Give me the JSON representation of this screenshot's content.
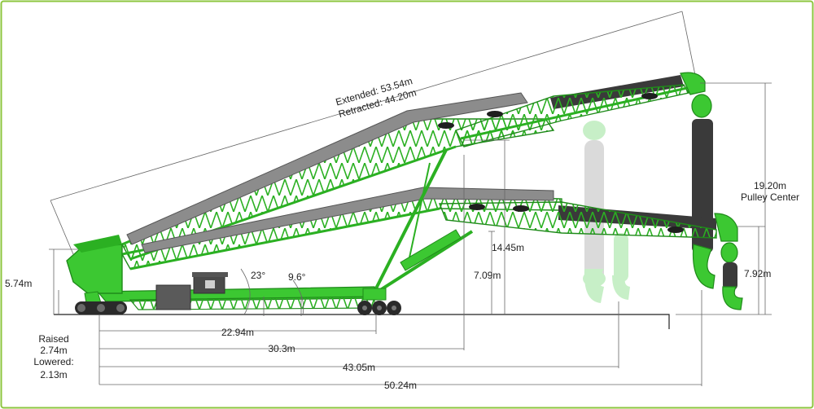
{
  "colors": {
    "frame_border": "#8dc63f",
    "machine_green": "#3cc832",
    "machine_green_dark": "#1f8a1a",
    "belt_grey": "#8c8c8c",
    "belt_dark": "#3a3a3a",
    "ghost_green": "#9be39a",
    "ghost_grey": "#bdbdbd"
  },
  "icons": [
    "crawler-track-icon",
    "wheel-bogie-icon",
    "telescopic-chute-icon",
    "engine-housing-icon"
  ],
  "labels": {
    "extended": "Extended: 53.54m",
    "retracted": "Retracted: 44.20m",
    "pulley_center_value": "19.20m",
    "pulley_center_text": "Pulley Center",
    "height_14_45": "14.45m",
    "height_7_09": "7.09m",
    "height_7_92": "7.92m",
    "height_5_74": "5.74m",
    "angle_23": "23°",
    "angle_9_6": "9.6°",
    "raised_label": "Raised",
    "raised_value": "2.74m",
    "lowered_label": "Lowered:",
    "lowered_value": "2.13m",
    "dist_22_94": "22.94m",
    "dist_30_3": "30.3m",
    "dist_43_05": "43.05m",
    "dist_50_24": "50.24m"
  }
}
